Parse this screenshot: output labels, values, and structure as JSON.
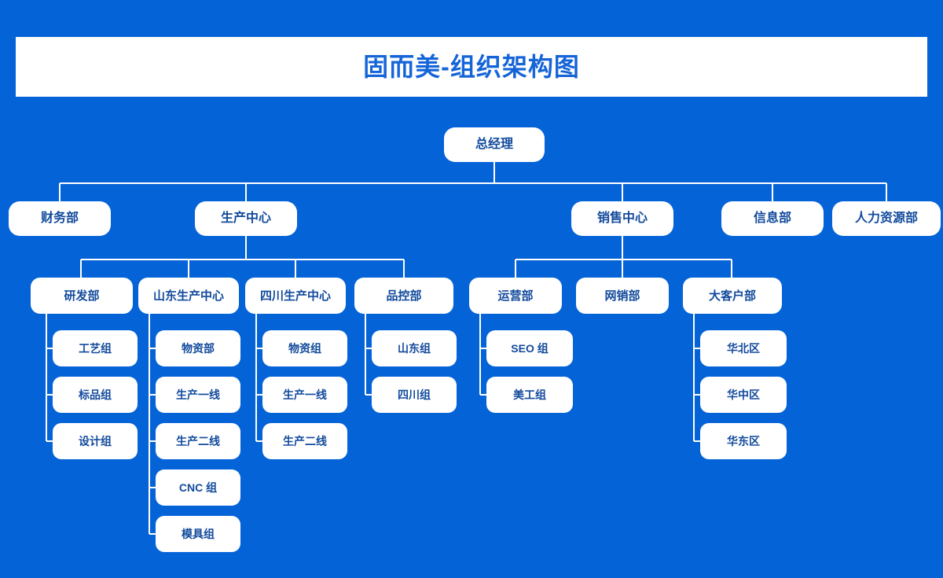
{
  "header": {
    "title": "固而美-组织架构图",
    "title_color": "#1565d8",
    "banner_bg": "#ffffff"
  },
  "theme": {
    "background": "#0563d8",
    "node_bg": "#ffffff",
    "node_text": "#124a9c",
    "connector": "#ffffff"
  },
  "chart_data": {
    "type": "org-chart",
    "title": "固而美-组织架构图",
    "root": "总经理",
    "nodes": {
      "root": {
        "label": "总经理",
        "level": 1
      },
      "l2": [
        {
          "label": "财务部"
        },
        {
          "label": "生产中心"
        },
        {
          "label": "销售中心"
        },
        {
          "label": "信息部"
        },
        {
          "label": "人力资源部"
        }
      ],
      "production_children": [
        {
          "label": "研发部"
        },
        {
          "label": "山东生产中心"
        },
        {
          "label": "四川生产中心"
        },
        {
          "label": "品控部"
        }
      ],
      "sales_children": [
        {
          "label": "运营部"
        },
        {
          "label": "网销部"
        },
        {
          "label": "大客户部"
        }
      ],
      "rd_teams": [
        {
          "label": "工艺组"
        },
        {
          "label": "标品组"
        },
        {
          "label": "设计组"
        }
      ],
      "shandong_teams": [
        {
          "label": "物资部"
        },
        {
          "label": "生产一线"
        },
        {
          "label": "生产二线"
        },
        {
          "label": "CNC 组"
        },
        {
          "label": "模具组"
        }
      ],
      "sichuan_teams": [
        {
          "label": "物资组"
        },
        {
          "label": "生产一线"
        },
        {
          "label": "生产二线"
        }
      ],
      "qc_teams": [
        {
          "label": "山东组"
        },
        {
          "label": "四川组"
        }
      ],
      "ops_teams": [
        {
          "label": "SEO 组"
        },
        {
          "label": "美工组"
        }
      ],
      "key_account_regions": [
        {
          "label": "华北区"
        },
        {
          "label": "华中区"
        },
        {
          "label": "华东区"
        }
      ]
    }
  }
}
